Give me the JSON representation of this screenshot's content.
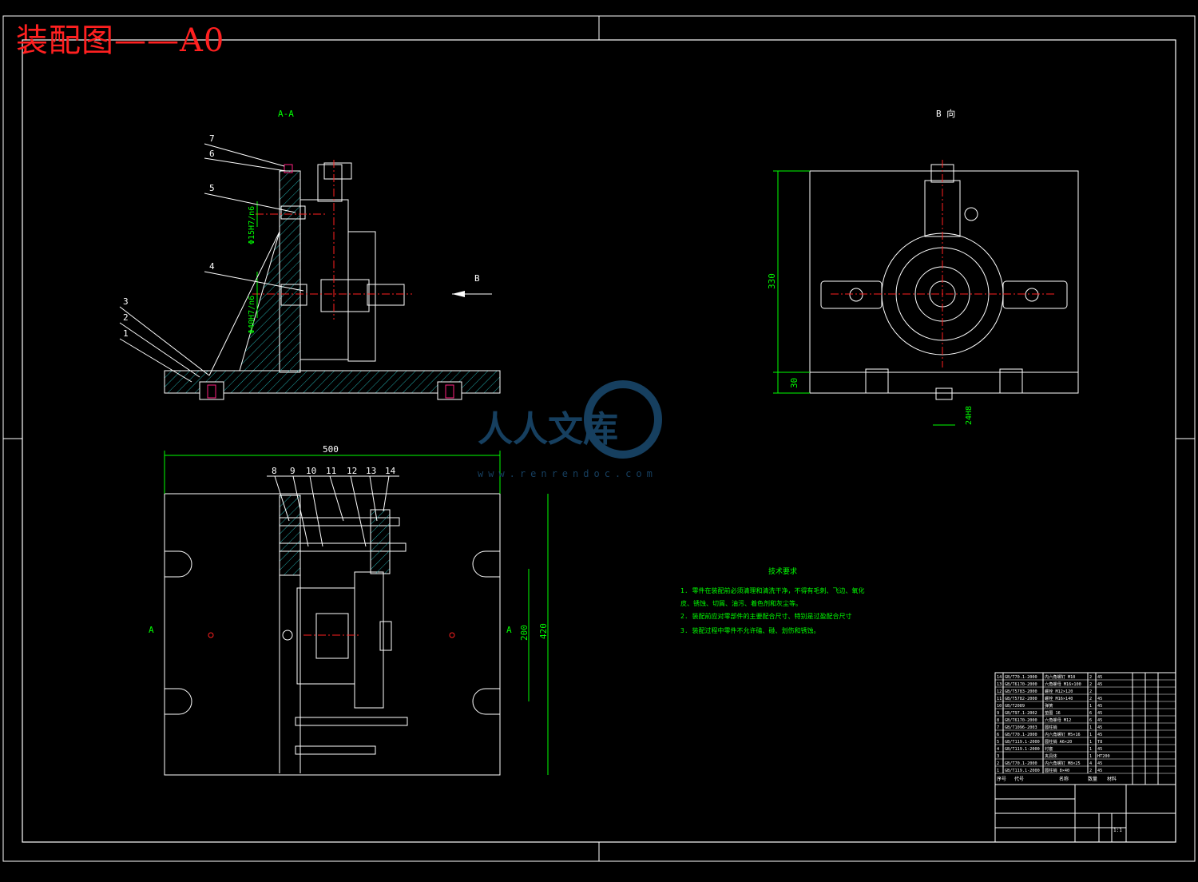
{
  "title": "装配图——A0",
  "views": {
    "section_label": "A-A",
    "view_b_label": "B 向",
    "arrow_b": "B",
    "section_mark_left": "A",
    "section_mark_right": "A"
  },
  "part_numbers": [
    "1",
    "2",
    "3",
    "4",
    "5",
    "6",
    "7",
    "8",
    "9",
    "10",
    "11",
    "12",
    "13",
    "14"
  ],
  "dimensions": {
    "d1": "Φ15H7/n6",
    "d2": "Φ40H7/n6",
    "width_500": "500",
    "height_420": "420",
    "height_200": "200",
    "height_330": "330",
    "height_30": "30",
    "d3": "24H8"
  },
  "notes": {
    "heading": "技术要求",
    "lines": [
      "1. 零件在装配前必须清理和清洗干净，不得有毛刺、飞边、氧化",
      "皮、锈蚀、切屑、油污、着色剂和灰尘等。",
      "2. 装配前应对零部件的主要配合尺寸、特别是过盈配合尺寸",
      "3. 装配过程中零件不允许磕、碰、划伤和锈蚀。"
    ]
  },
  "watermark": {
    "text": "人人文库",
    "url": "www.renrendoc.com"
  },
  "bom": {
    "rows": [
      [
        "14",
        "GB/T70.1-2000",
        "内六角螺钉 M10",
        "2",
        "45"
      ],
      [
        "13",
        "GB/T6170-2000",
        "六角螺母 M16×100",
        "2",
        "45"
      ],
      [
        "12",
        "GB/T5783-2000",
        "螺栓 M12×120",
        "2",
        ""
      ],
      [
        "11",
        "GB/T5782-2000",
        "螺栓 M16×140",
        "2",
        "45"
      ],
      [
        "10",
        "GB/T2089",
        "弹簧",
        "1",
        "45"
      ],
      [
        "9",
        "GB/T97.1-2002",
        "垫圈 16",
        "6",
        "45"
      ],
      [
        "8",
        "GB/T6170-2000",
        "六角螺母 M12",
        "6",
        "45"
      ],
      [
        "7",
        "GB/T1096-2003",
        "圆柱销",
        "1",
        "45"
      ],
      [
        "6",
        "GB/T70.1-2000",
        "内六角螺钉 M5×16",
        "1",
        "45"
      ],
      [
        "5",
        "GB/T119.1-2000",
        "圆柱销 A6×20",
        "1",
        "T8"
      ],
      [
        "4",
        "GB/T119.1-2000",
        "衬套",
        "1",
        "45"
      ],
      [
        "3",
        "",
        "夹具体",
        "1",
        "HT200"
      ],
      [
        "2",
        "GB/T70.1-2000",
        "内六角螺钉 M8×25",
        "4",
        "45"
      ],
      [
        "1",
        "GB/T119.1-2000",
        "圆柱销 8×40",
        "2",
        "45"
      ]
    ],
    "headers": [
      "序号",
      "代号",
      "名称",
      "数量",
      "材料"
    ],
    "scale": "1:1"
  },
  "colors": {
    "background": "#000000",
    "outline": "#ffffff",
    "dimension": "#00ff00",
    "center": "#ff2020",
    "hatch": "#22a8a8",
    "title": "#ff2020",
    "watermark": "#1a4a70"
  }
}
